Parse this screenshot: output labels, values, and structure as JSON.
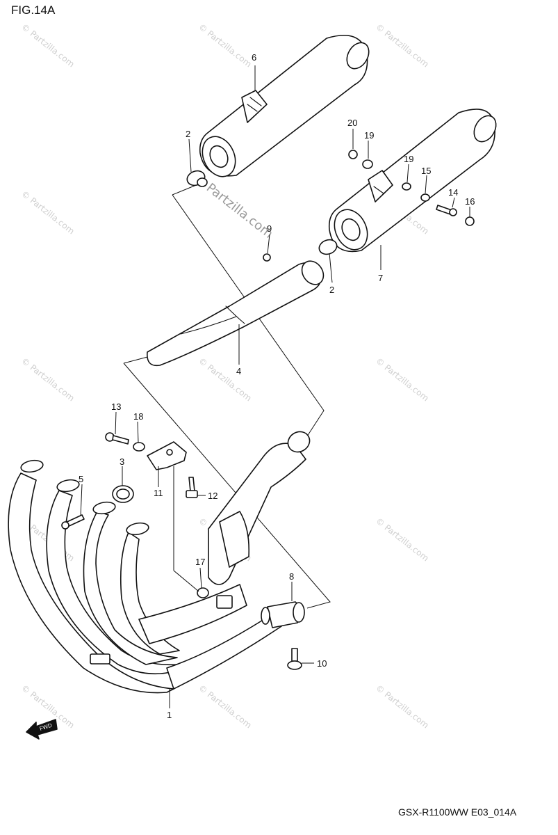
{
  "figure_label": "FIG.14A",
  "model_code": "GSX-R1100WW  E03_014A",
  "watermark": "© Partzilla.com",
  "watermark_main": "Partzilla.com",
  "fwd_label": "FWD",
  "callouts": {
    "p1": "1",
    "p2a": "2",
    "p2b": "2",
    "p3": "3",
    "p4": "4",
    "p5": "5",
    "p6": "6",
    "p7": "7",
    "p8": "8",
    "p9": "9",
    "p10": "10",
    "p11": "11",
    "p12": "12",
    "p13": "13",
    "p14": "14",
    "p15": "15",
    "p16": "16",
    "p17": "17",
    "p18": "18",
    "p19a": "19",
    "p19b": "19",
    "p20": "20"
  }
}
